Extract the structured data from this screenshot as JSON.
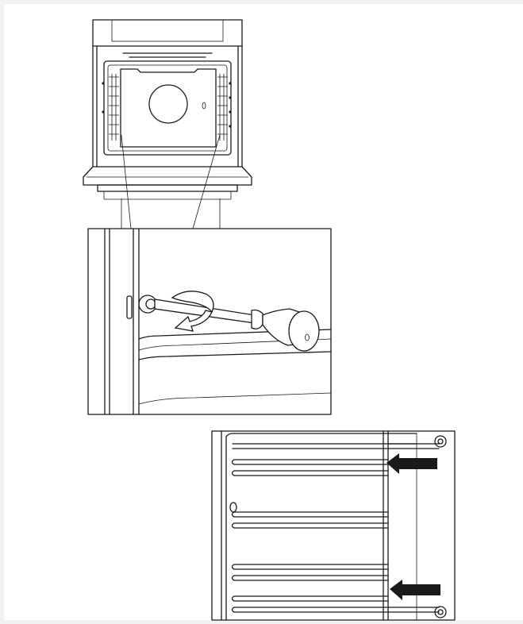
{
  "figures": [
    {
      "id": "oven-front-view"
    },
    {
      "id": "screwdriver-detail"
    },
    {
      "id": "shelf-support-detail"
    }
  ],
  "colors": {
    "ink": "#1a1a1a",
    "paper": "#ffffff",
    "background": "#f1f1f1"
  },
  "icons": [
    "rotation-arrow-icon",
    "insert-arrow-icon"
  ]
}
